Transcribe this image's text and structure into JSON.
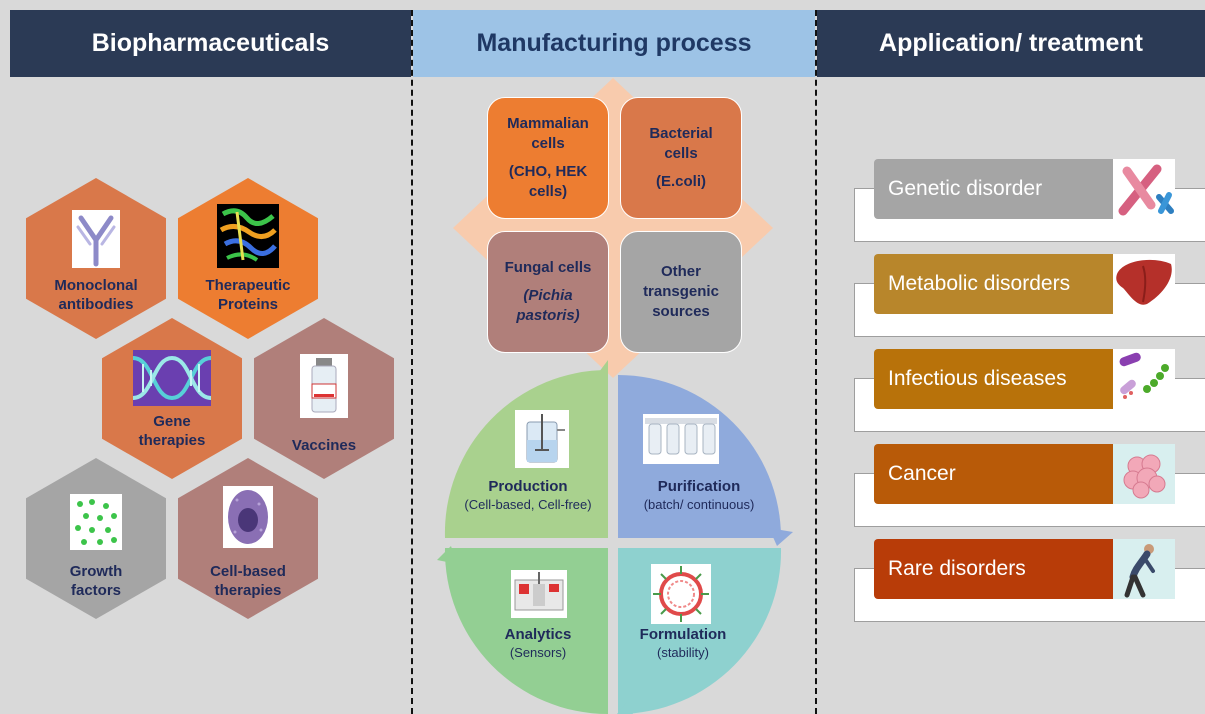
{
  "headers": {
    "biopharmaceuticals": "Biopharmaceuticals",
    "manufacturing": "Manufacturing process",
    "application": "Application/ treatment"
  },
  "biopharmaceuticals": [
    {
      "id": "mab",
      "label_lines": [
        "Monoclonal",
        "antibodies"
      ],
      "color": "#d9784a",
      "icon": "antibody-icon"
    },
    {
      "id": "proteins",
      "label_lines": [
        "Therapeutic",
        "Proteins"
      ],
      "color": "#ed7d31",
      "icon": "protein-structure-icon"
    },
    {
      "id": "gene",
      "label_lines": [
        "Gene",
        "therapies"
      ],
      "color": "#d9784a",
      "icon": "dna-icon"
    },
    {
      "id": "vaccines",
      "label_lines": [
        "Vaccines"
      ],
      "color": "#b07f7a",
      "icon": "vaccine-vial-icon"
    },
    {
      "id": "growth",
      "label_lines": [
        "Growth",
        "factors"
      ],
      "color": "#a5a5a5",
      "icon": "growth-factor-dots-icon"
    },
    {
      "id": "cellbased",
      "label_lines": [
        "Cell-based",
        "therapies"
      ],
      "color": "#b07f7a",
      "icon": "cell-icon"
    }
  ],
  "hosts": [
    {
      "id": "mammalian",
      "lines": [
        "Mammalian",
        "cells",
        "",
        "(CHO, HEK",
        "cells)"
      ],
      "color": "#ed7d31"
    },
    {
      "id": "bacterial",
      "lines": [
        "Bacterial",
        "cells",
        "",
        "(E.coli)"
      ],
      "color": "#d9784a"
    },
    {
      "id": "fungal",
      "lines": [
        "Fungal cells",
        "",
        "(Pichia",
        "pastoris)"
      ],
      "italic_lines": [
        2,
        3
      ],
      "color": "#b07f7a"
    },
    {
      "id": "other",
      "lines": [
        "Other",
        "transgenic",
        "sources"
      ],
      "color": "#a5a5a5"
    }
  ],
  "cycle": [
    {
      "id": "production",
      "title": "Production",
      "subtitle": "(Cell-based, Cell-free)",
      "color": "#a9d18e",
      "icon": "bioreactor-icon"
    },
    {
      "id": "purification",
      "title": "Purification",
      "subtitle": "(batch/ continuous)",
      "color": "#8faadc",
      "icon": "filtration-columns-icon"
    },
    {
      "id": "analytics",
      "title": "Analytics",
      "subtitle": "(Sensors)",
      "color": "#93cf93",
      "icon": "analyzer-instrument-icon"
    },
    {
      "id": "formulation",
      "title": "Formulation",
      "subtitle": "(stability)",
      "color": "#8ed1cf",
      "icon": "nanoparticle-icon"
    }
  ],
  "applications": [
    {
      "id": "genetic",
      "label": "Genetic disorder",
      "color": "#a5a5a5",
      "icon": "chromosome-icon"
    },
    {
      "id": "metabolic",
      "label": "Metabolic disorders",
      "color": "#b8862b",
      "icon": "liver-icon"
    },
    {
      "id": "infectious",
      "label": "Infectious diseases",
      "color": "#b8720a",
      "icon": "bacteria-icon"
    },
    {
      "id": "cancer",
      "label": "Cancer",
      "color": "#b85a08",
      "icon": "tumor-cell-icon"
    },
    {
      "id": "rare",
      "label": "Rare disorders",
      "color": "#b83c08",
      "icon": "patient-icon"
    }
  ],
  "colors": {
    "header_dark": "#2b3a55",
    "header_light": "#9dc3e6",
    "background": "#d9d9d9",
    "text_navy": "#1f2a5a"
  }
}
